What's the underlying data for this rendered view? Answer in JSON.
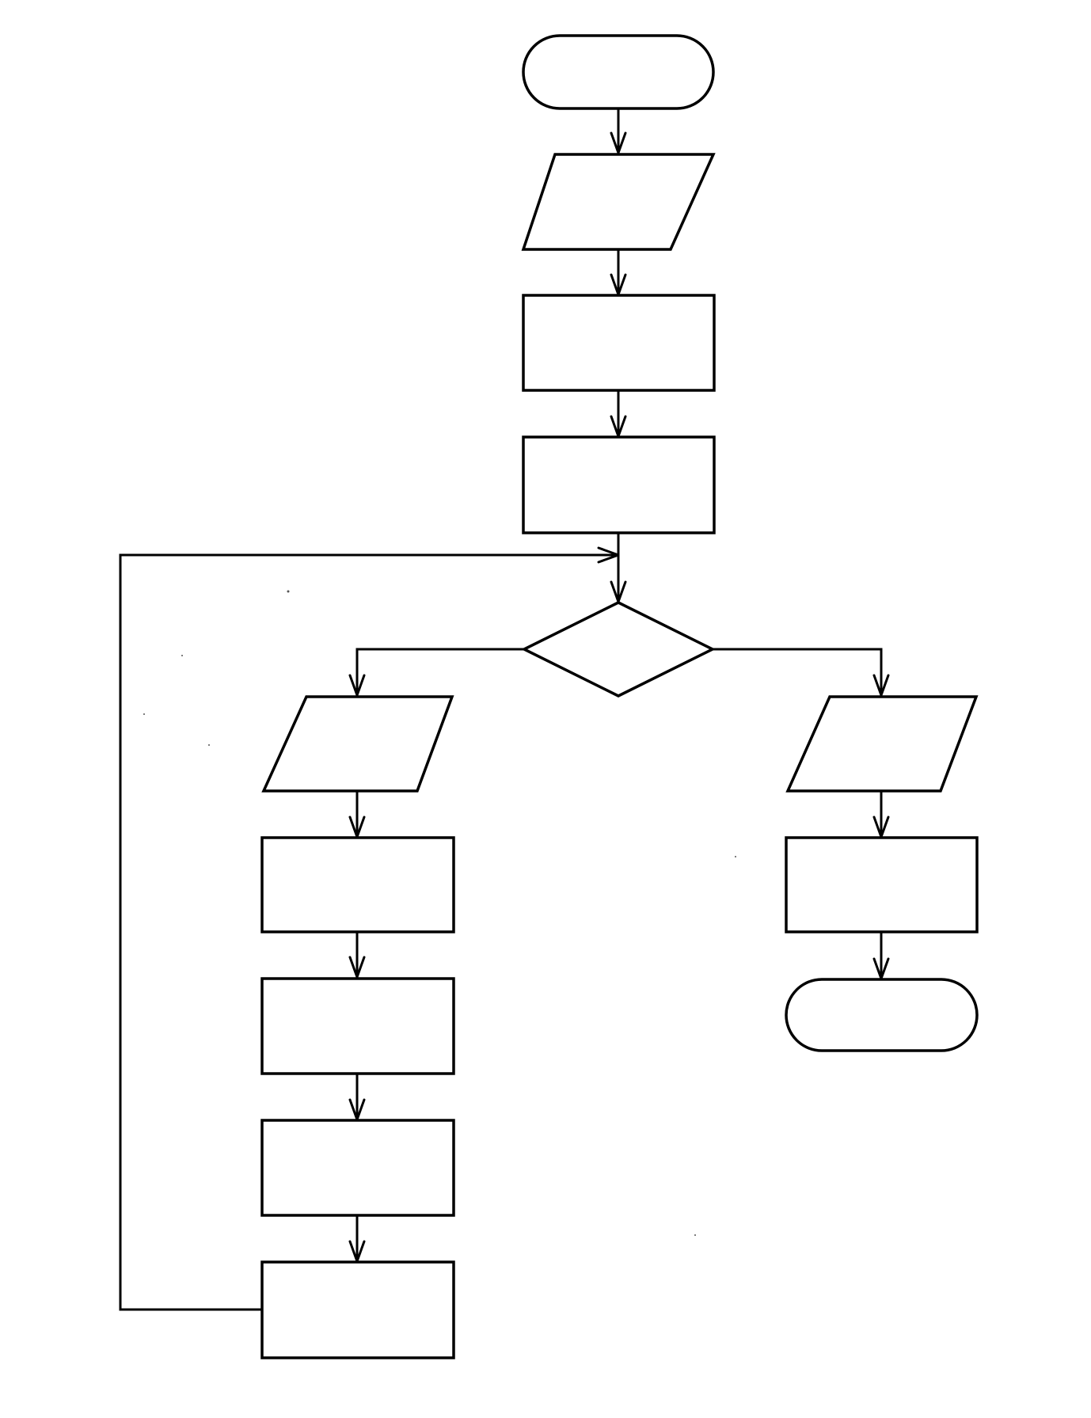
{
  "diagram": {
    "type": "flowchart",
    "nodes": [
      {
        "id": "start",
        "shape": "terminator",
        "label": ""
      },
      {
        "id": "input-1",
        "shape": "parallelogram",
        "label": ""
      },
      {
        "id": "process-1",
        "shape": "rectangle",
        "label": ""
      },
      {
        "id": "process-2",
        "shape": "rectangle",
        "label": ""
      },
      {
        "id": "decision",
        "shape": "diamond",
        "label": ""
      },
      {
        "id": "left-io",
        "shape": "parallelogram",
        "label": ""
      },
      {
        "id": "left-process-1",
        "shape": "rectangle",
        "label": ""
      },
      {
        "id": "left-process-2",
        "shape": "rectangle",
        "label": ""
      },
      {
        "id": "left-process-3",
        "shape": "rectangle",
        "label": ""
      },
      {
        "id": "left-process-4",
        "shape": "rectangle",
        "label": ""
      },
      {
        "id": "right-io",
        "shape": "parallelogram",
        "label": ""
      },
      {
        "id": "right-process",
        "shape": "rectangle",
        "label": ""
      },
      {
        "id": "end",
        "shape": "terminator",
        "label": ""
      }
    ],
    "edges": [
      {
        "from": "start",
        "to": "input-1",
        "label": ""
      },
      {
        "from": "input-1",
        "to": "process-1",
        "label": ""
      },
      {
        "from": "process-1",
        "to": "process-2",
        "label": ""
      },
      {
        "from": "process-2",
        "to": "decision",
        "label": ""
      },
      {
        "from": "decision",
        "to": "left-io",
        "label": ""
      },
      {
        "from": "decision",
        "to": "right-io",
        "label": ""
      },
      {
        "from": "left-io",
        "to": "left-process-1",
        "label": ""
      },
      {
        "from": "left-process-1",
        "to": "left-process-2",
        "label": ""
      },
      {
        "from": "left-process-2",
        "to": "left-process-3",
        "label": ""
      },
      {
        "from": "left-process-3",
        "to": "left-process-4",
        "label": ""
      },
      {
        "from": "left-process-4",
        "to": "decision",
        "label": "",
        "kind": "loop-back"
      },
      {
        "from": "right-io",
        "to": "right-process",
        "label": ""
      },
      {
        "from": "right-process",
        "to": "end",
        "label": ""
      }
    ]
  },
  "colors": {
    "stroke": "#000000",
    "fill": "#ffffff",
    "background": "#ffffff"
  }
}
